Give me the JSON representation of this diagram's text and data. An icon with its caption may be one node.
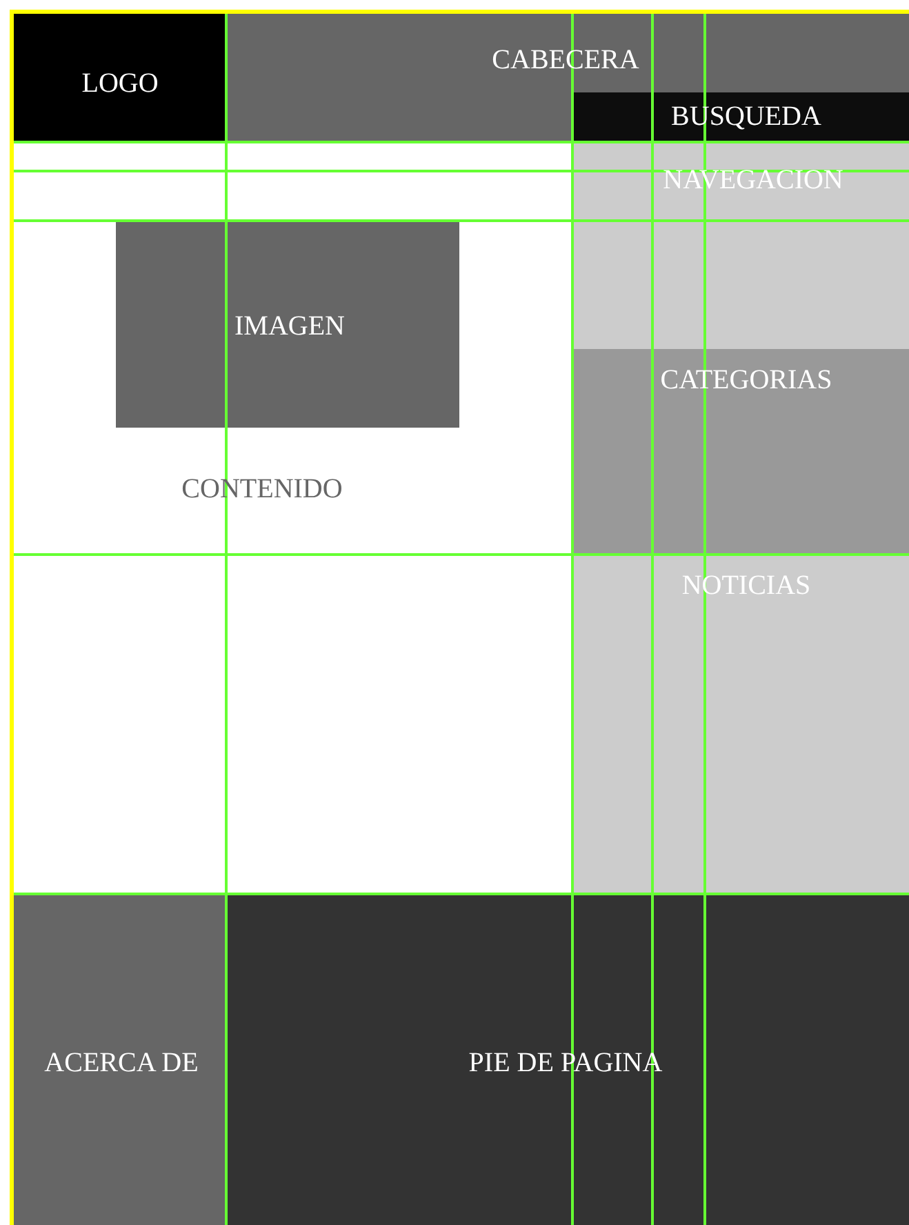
{
  "diagram": {
    "nodes": [
      {
        "text": [
          "LOGO"
        ]
      },
      {
        "text": [
          "CABECERA"
        ]
      },
      {
        "text": [
          "BUSQUEDA"
        ],
        "in": 1
      },
      {
        "text": [
          "NAVEGACION"
        ]
      },
      {
        "text": [
          "CONTENIDO"
        ]
      },
      {
        "text": [
          "IMAGEN"
        ],
        "in": 4
      },
      {
        "text": [
          "CATEGORIAS"
        ]
      },
      {
        "text": [
          "NOTICIAS"
        ]
      },
      {
        "text": [
          "ACERCA DE"
        ]
      },
      {
        "text": [
          "PIE DE PAGINA"
        ]
      }
    ]
  }
}
